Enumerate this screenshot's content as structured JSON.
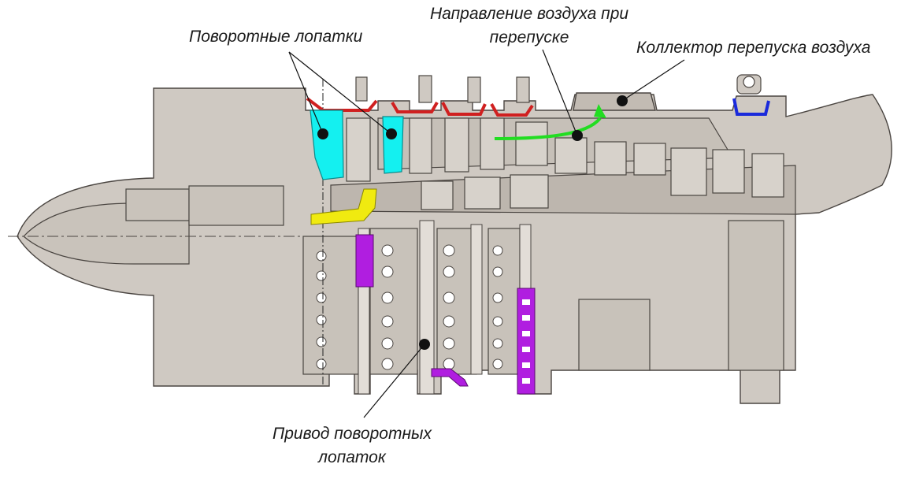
{
  "labels": {
    "variable_vanes": "Поворотные лопатки",
    "bleed_flow_direction": [
      "Направление воздуха при",
      "перепуске"
    ],
    "bleed_collector": "Коллектор перепуска воздуха",
    "vane_actuator": [
      "Привод поворотных",
      "лопаток"
    ]
  },
  "colors": {
    "body": "#cfc9c2",
    "body_dark": "#b9b2aa",
    "outline": "#4a4541",
    "vanes": "#14f0f0",
    "actuator_purple": "#b01ee0",
    "bleed_flow_arrow": "#22dd22",
    "casing_red": "#d02020",
    "shaft_yellow": "#f0ea10",
    "seal_blue": "#1a2adb",
    "leader": "#111111"
  }
}
